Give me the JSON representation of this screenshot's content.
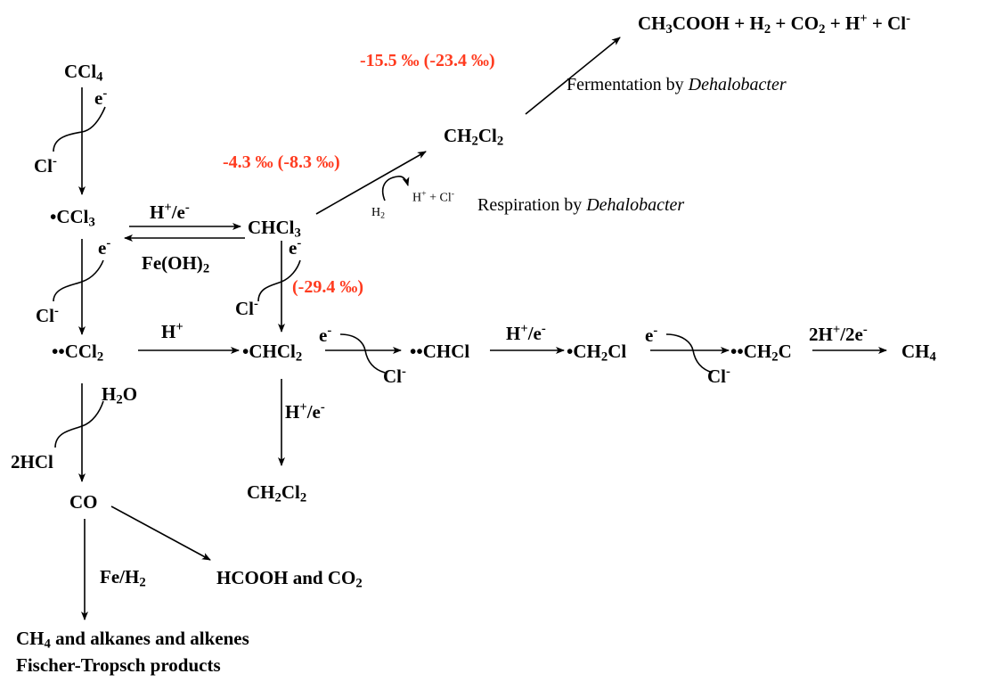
{
  "species": {
    "ccl4": {
      "base": "CCl",
      "sub": "4"
    },
    "ccl3_radical": {
      "base": "•CCl",
      "sub": "3"
    },
    "chcl3": {
      "base": "CHCl",
      "sub": "3"
    },
    "ccl2_carbene": {
      "base": "••CCl",
      "sub": "2"
    },
    "chcl2_radical": {
      "base": "•CHCl",
      "sub": "2"
    },
    "chcl_carbene": "••CHCl",
    "ch2cl_radical": {
      "base": "•CH",
      "sub": "2",
      "tail": "Cl"
    },
    "ch2c_carbene": {
      "base": "••CH",
      "sub": "2",
      "tail": "C"
    },
    "ch4": "CH",
    "ch4_sub": "4",
    "ch2cl2_top": {
      "a": "CH",
      "sa": "2",
      "b": "Cl",
      "sb": "2"
    },
    "ch2cl2_bottom": {
      "a": "CH",
      "sa": "2",
      "b": "Cl",
      "sb": "2"
    },
    "co": "CO",
    "hcooh_co2": {
      "base": "HCOOH and CO",
      "sub": "2"
    },
    "fischer_line1": {
      "a": "CH",
      "sa": "4",
      "b": " and alkanes and alkenes"
    },
    "fischer_line2": "Fischer-Tropsch products",
    "fermentation_products": {
      "p1": "CH",
      "s1": "3",
      "p2": "COOH + H",
      "s2": "2",
      "p3": " + CO",
      "s3": "2",
      "p4": " + H",
      "sup4": "+",
      "p5": " + Cl",
      "sup5": "-"
    }
  },
  "reagents": {
    "e_minus": {
      "base": "e",
      "sup": "-"
    },
    "cl_minus": {
      "base": "Cl",
      "sup": "-"
    },
    "h_plus": {
      "base": "H",
      "sup": "+"
    },
    "h_plus_e": {
      "a": "H",
      "sa": "+",
      "b": "/e",
      "sb": "-"
    },
    "fe_oh2": {
      "base": "Fe(OH)",
      "sub": "2"
    },
    "h2o": {
      "a": "H",
      "sa": "2",
      "b": "O"
    },
    "two_hcl": "2HCl",
    "fe_h2": {
      "a": "Fe/H",
      "sa": "2"
    },
    "two_h_two_e": {
      "a": "2H",
      "sa": "+",
      "b": "/2e",
      "sb": "-"
    },
    "h2_small": {
      "a": "H",
      "sa": "2"
    },
    "h_cl_small": {
      "a": "H",
      "sa": "+",
      "b": " + Cl",
      "sb": "-"
    }
  },
  "processes": {
    "fermentation": {
      "text": "Fermentation by ",
      "organism": "Dehalobacter"
    },
    "respiration": {
      "text": "Respiration by ",
      "organism": "Dehalobacter"
    }
  },
  "isotope_labels": {
    "fermentation": "-15.5 ‰ (-23.4 ‰)",
    "respiration": "-4.3 ‰ (-8.3 ‰)",
    "reduction": "(-29.4 ‰)"
  },
  "colors": {
    "isotope": "#ff3b1f",
    "ink": "#000000"
  }
}
